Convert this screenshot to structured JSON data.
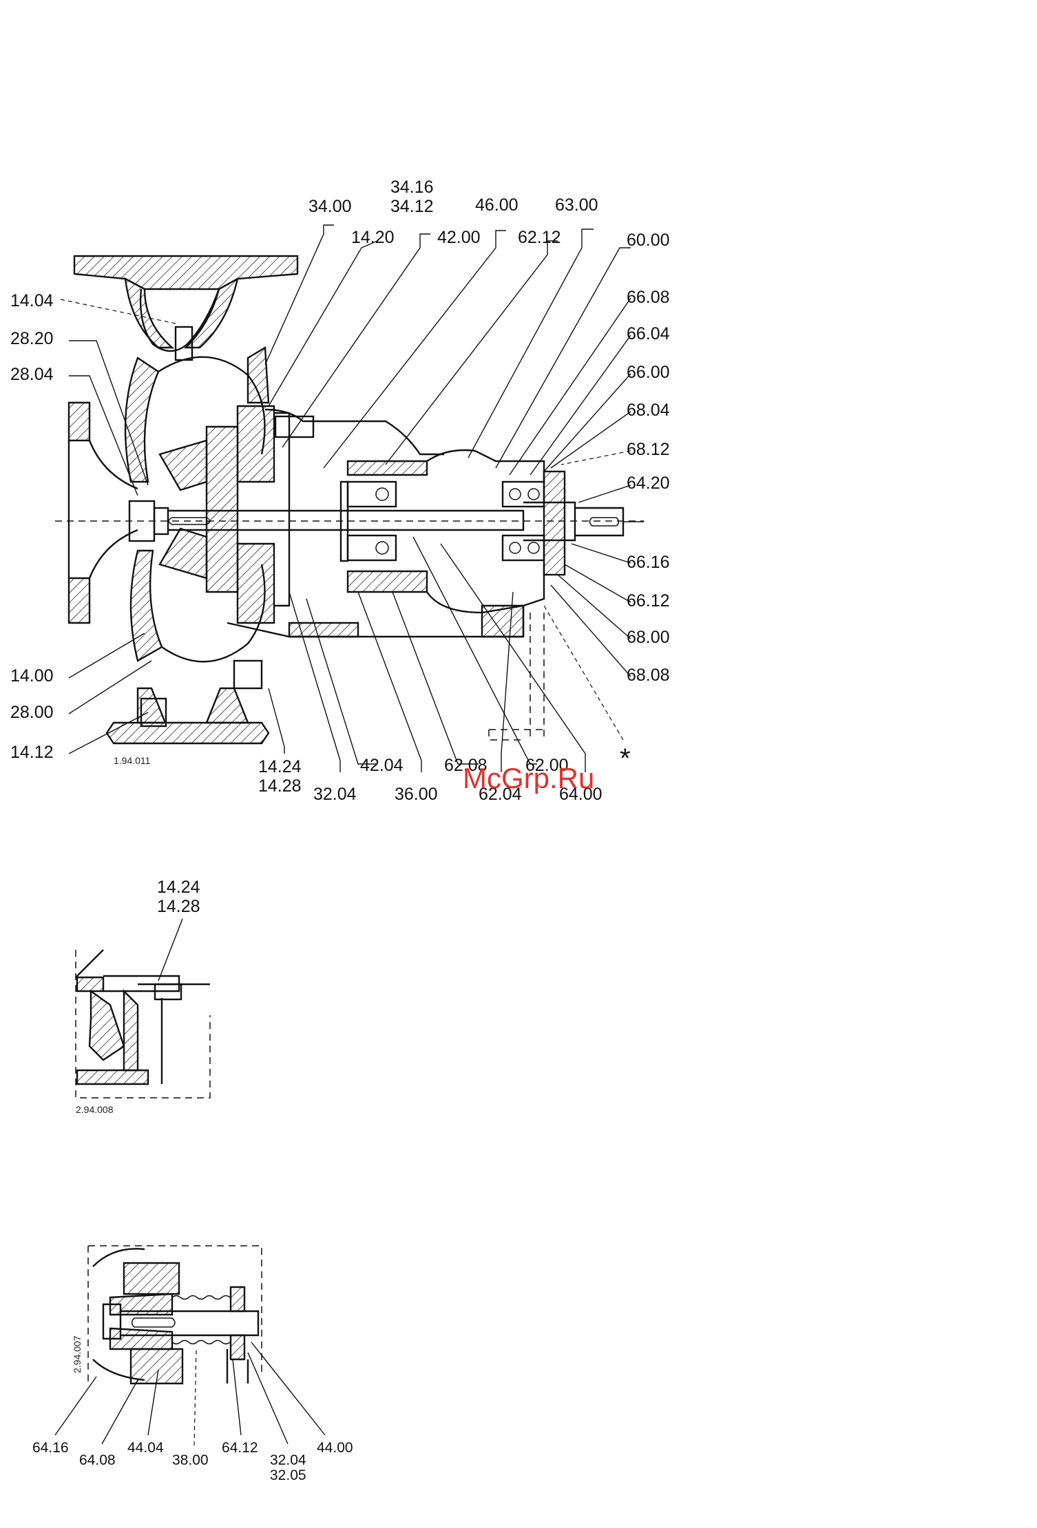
{
  "main_view": {
    "drawing_code": "1.94.011",
    "labels": {
      "l_34_16": "34.16",
      "l_34_12": "34.12",
      "l_34_00": "34.00",
      "l_46_00": "46.00",
      "l_63_00": "63.00",
      "l_14_20": "14.20",
      "l_42_00": "42.00",
      "l_62_12": "62.12",
      "l_60_00": "60.00",
      "l_14_04": "14.04",
      "l_66_08": "66.08",
      "l_28_20": "28.20",
      "l_66_04": "66.04",
      "l_28_04": "28.04",
      "l_66_00": "66.00",
      "l_68_04": "68.04",
      "l_68_12": "68.12",
      "l_64_20": "64.20",
      "l_66_16": "66.16",
      "l_66_12": "66.12",
      "l_68_00": "68.00",
      "l_14_00": "14.00",
      "l_68_08": "68.08",
      "l_28_00": "28.00",
      "l_14_12": "14.12",
      "l_14_24": "14.24",
      "l_14_28": "14.28",
      "l_42_04": "42.04",
      "l_62_08": "62.08",
      "l_62_00": "62.00",
      "l_32_04": "32.04",
      "l_36_00": "36.00",
      "l_62_04": "62.04",
      "l_64_00": "64.00",
      "asterisk": "*"
    }
  },
  "detail_1": {
    "drawing_code": "2.94.008",
    "labels": {
      "l_14_24": "14.24",
      "l_14_28": "14.28"
    }
  },
  "detail_2": {
    "drawing_code": "2.94.007",
    "labels": {
      "l_64_16": "64.16",
      "l_64_08": "64.08",
      "l_44_04": "44.04",
      "l_38_00": "38.00",
      "l_64_12": "64.12",
      "l_32_04": "32.04",
      "l_32_05": "32.05",
      "l_44_00": "44.00"
    }
  },
  "watermark": "McGrp.Ru",
  "colors": {
    "ink": "#111111",
    "watermark": "#e0322e",
    "paper": "#ffffff"
  }
}
